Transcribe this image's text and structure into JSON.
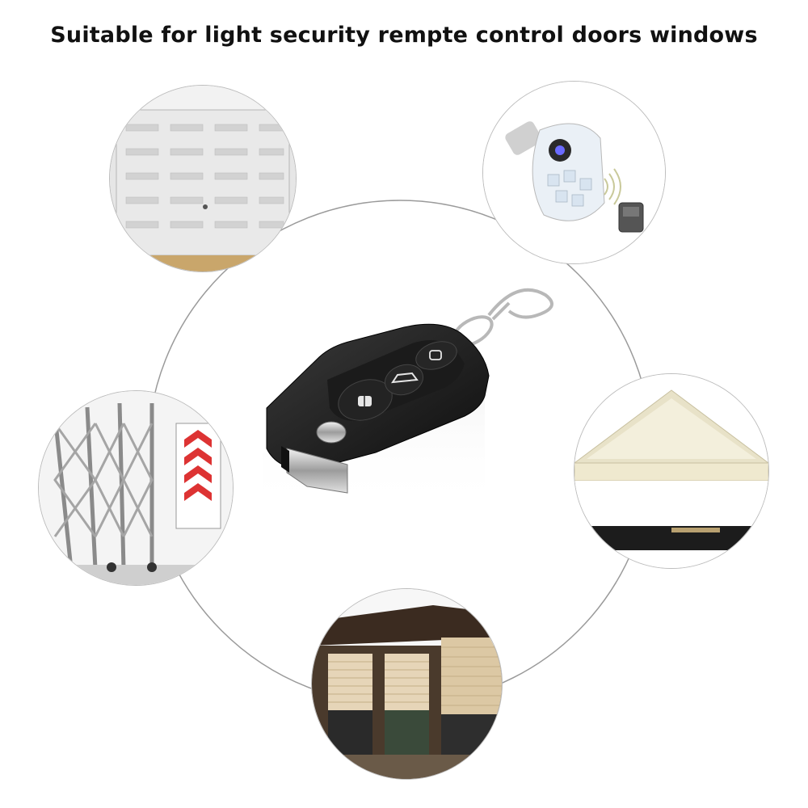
{
  "title": "Suitable for light security rempte control doors windows",
  "items": [
    {
      "name": "garage-door"
    },
    {
      "name": "light-bulb-receiver"
    },
    {
      "name": "retractable-gate"
    },
    {
      "name": "awning-canopy"
    },
    {
      "name": "roller-shutter-windows"
    }
  ],
  "product": {
    "name": "flip-key-remote-control",
    "buttons": 3
  }
}
